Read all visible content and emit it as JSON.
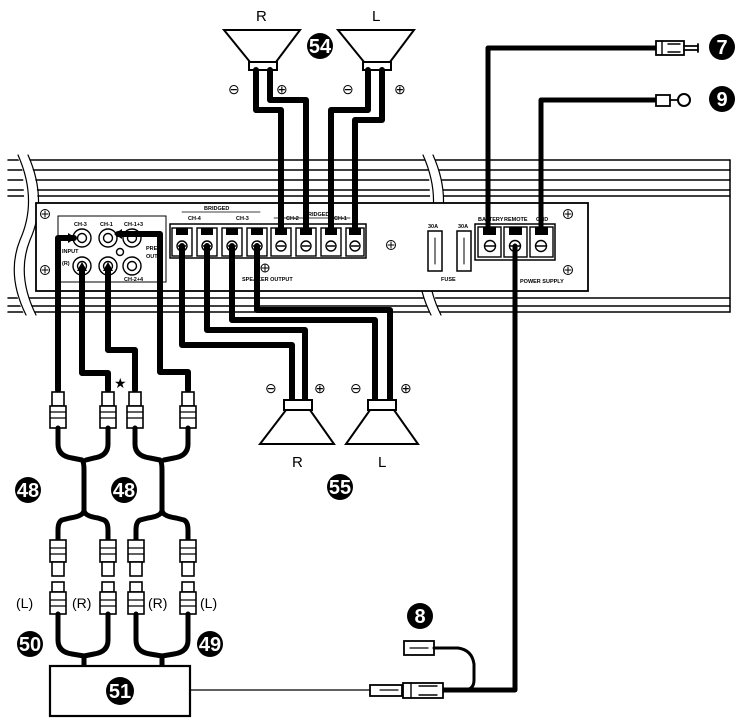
{
  "speakers": {
    "front_right": "R",
    "front_left": "L",
    "rear_right": "R",
    "rear_left": "L",
    "minus": "⊖",
    "plus": "⊕"
  },
  "callouts": {
    "c54": "54",
    "c7": "7",
    "c9": "9",
    "c8": "8",
    "c48a": "48",
    "c48b": "48",
    "c55": "55",
    "c50": "50",
    "c49": "49",
    "c51": "51"
  },
  "amp": {
    "ch3": "CH-3",
    "ch1": "CH-1",
    "ch13": "CH-1+3",
    "ch24": "CH-2+4",
    "input": "INPUT",
    "r": "(R)",
    "pre": "PRE",
    "out": "OUT",
    "bridged_a": "BRIDGED",
    "bridged_b": "BRIDGED",
    "t_ch4": "CH-4",
    "t_ch3": "CH-3",
    "t_ch2": "CH-2",
    "t_ch1": "CH-1",
    "speaker_output": "SPEAKER OUTPUT",
    "fuse30a_1": "30A",
    "fuse30a_2": "30A",
    "fuse": "FUSE",
    "battery": "BATTERY",
    "remote": "REMOTE",
    "gnd": "GND",
    "power_supply": "POWER SUPPLY"
  },
  "rca": {
    "star": "★",
    "left1": "(L)",
    "right1": "(R)",
    "right2": "(R)",
    "left2": "(L)"
  }
}
